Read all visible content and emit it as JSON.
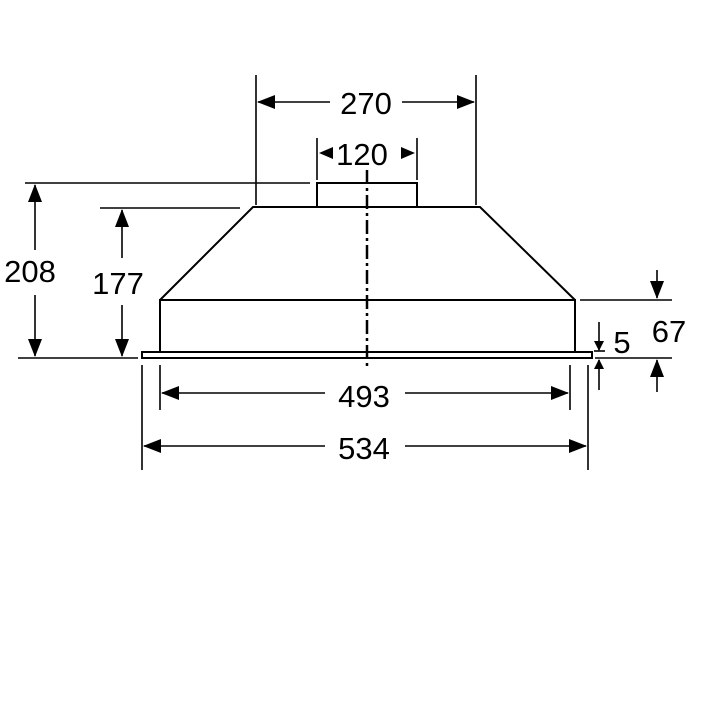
{
  "dimensions": {
    "top_width": "270",
    "outlet_width": "120",
    "total_height": "208",
    "body_height": "177",
    "inner_width": "493",
    "outer_width": "534",
    "lower_height": "67",
    "flange_thickness": "5"
  }
}
